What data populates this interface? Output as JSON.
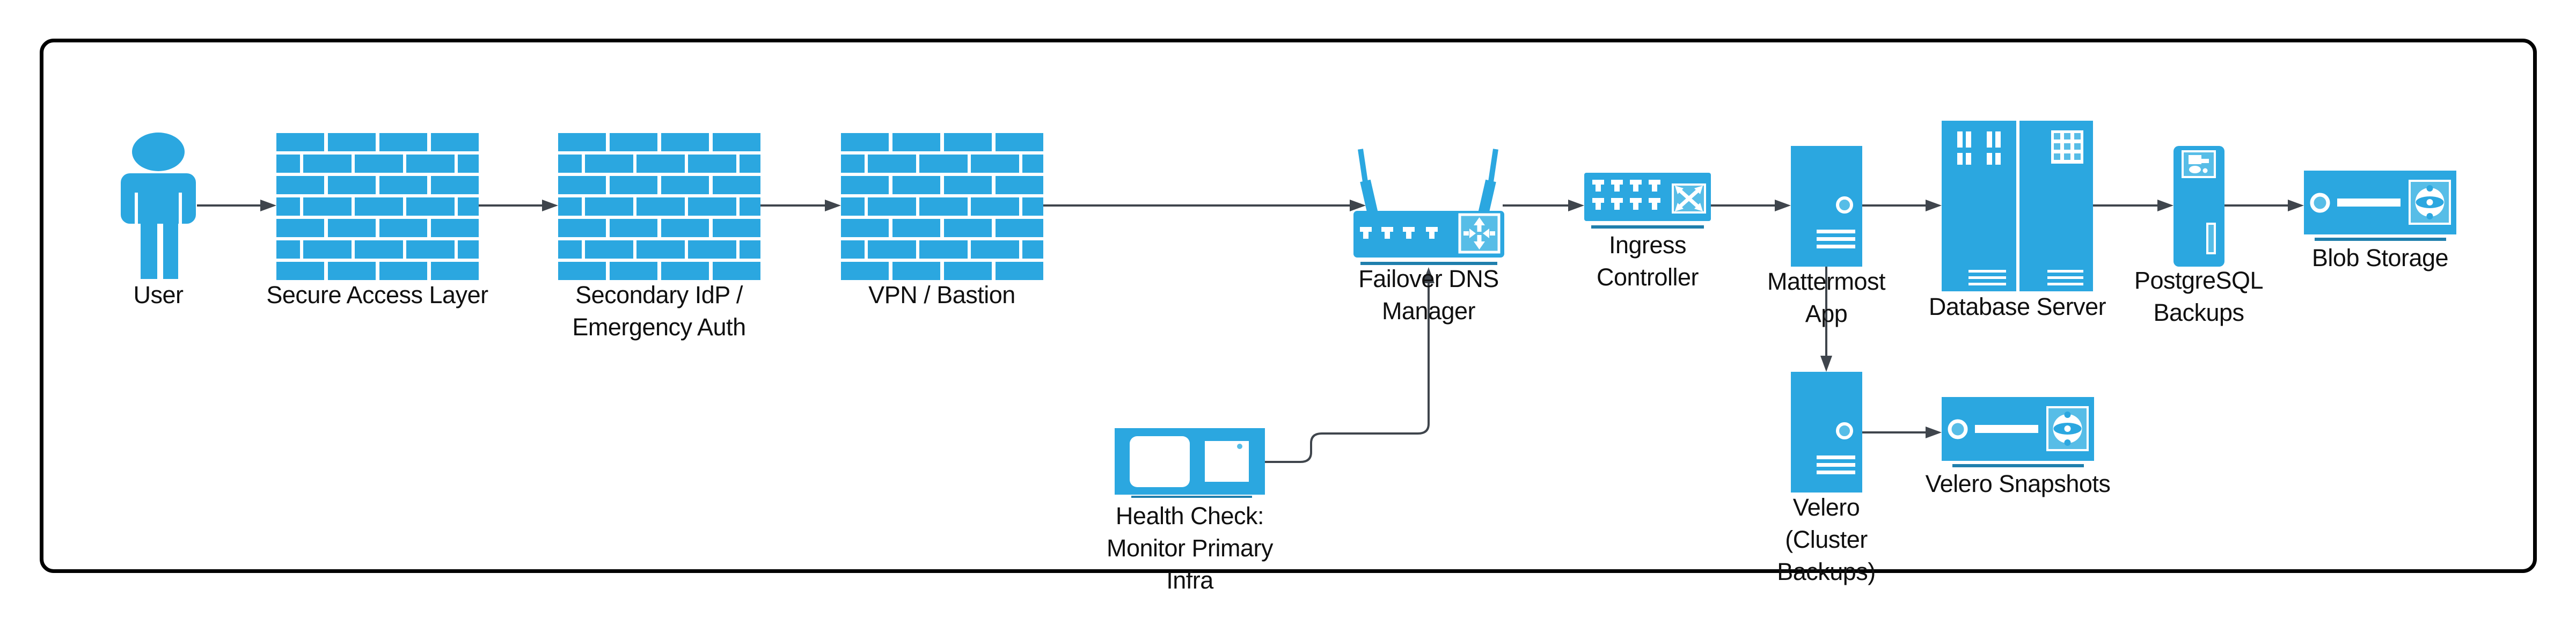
{
  "diagram": {
    "colors": {
      "node_fill": "#2BA7E0",
      "node_accent": "#57BDE7",
      "underline": "#1F7FAD",
      "connector": "#3F454C",
      "label_text": "#101010",
      "frame_border": "#000000",
      "background": "#FFFFFF"
    },
    "nodes": [
      {
        "id": "user",
        "icon": "person-icon",
        "label_lines": [
          "User"
        ]
      },
      {
        "id": "secure-access-layer",
        "icon": "firewall-icon",
        "label_lines": [
          "Secure Access Layer"
        ]
      },
      {
        "id": "secondary-idp",
        "icon": "firewall-icon",
        "label_lines": [
          "Secondary IdP /",
          "Emergency Auth"
        ]
      },
      {
        "id": "vpn-bastion",
        "icon": "firewall-icon",
        "label_lines": [
          "VPN / Bastion"
        ]
      },
      {
        "id": "failover-dns-manager",
        "icon": "wireless-router-icon",
        "label_lines": [
          "Failover DNS",
          "Manager"
        ]
      },
      {
        "id": "ingress-controller",
        "icon": "network-switch-icon",
        "label_lines": [
          "Ingress",
          "Controller"
        ]
      },
      {
        "id": "mattermost-app",
        "icon": "server-tower-icon",
        "label_lines": [
          "Mattermost",
          "App"
        ]
      },
      {
        "id": "database-server",
        "icon": "server-rack-pair-icon",
        "label_lines": [
          "Database Server"
        ]
      },
      {
        "id": "postgresql-backups",
        "icon": "tower-pc-icon",
        "label_lines": [
          "PostgreSQL",
          "Backups"
        ]
      },
      {
        "id": "blob-storage",
        "icon": "storage-device-icon",
        "label_lines": [
          "Blob Storage"
        ]
      },
      {
        "id": "health-check",
        "icon": "monitor-device-icon",
        "label_lines": [
          "Health Check:",
          "Monitor Primary",
          "Infra"
        ]
      },
      {
        "id": "velero",
        "icon": "server-tower-icon",
        "label_lines": [
          "Velero",
          "(Cluster",
          "Backups)"
        ]
      },
      {
        "id": "velero-snapshots",
        "icon": "storage-device-icon",
        "label_lines": [
          "Velero Snapshots"
        ]
      }
    ],
    "connectors": [
      {
        "from": "user",
        "to": "secure-access-layer"
      },
      {
        "from": "secure-access-layer",
        "to": "secondary-idp"
      },
      {
        "from": "secondary-idp",
        "to": "vpn-bastion"
      },
      {
        "from": "vpn-bastion",
        "to": "failover-dns-manager"
      },
      {
        "from": "failover-dns-manager",
        "to": "ingress-controller"
      },
      {
        "from": "ingress-controller",
        "to": "mattermost-app"
      },
      {
        "from": "mattermost-app",
        "to": "database-server"
      },
      {
        "from": "database-server",
        "to": "postgresql-backups"
      },
      {
        "from": "postgresql-backups",
        "to": "blob-storage"
      },
      {
        "from": "mattermost-app",
        "to": "velero"
      },
      {
        "from": "velero",
        "to": "velero-snapshots"
      },
      {
        "from": "health-check",
        "to": "failover-dns-manager"
      }
    ]
  }
}
